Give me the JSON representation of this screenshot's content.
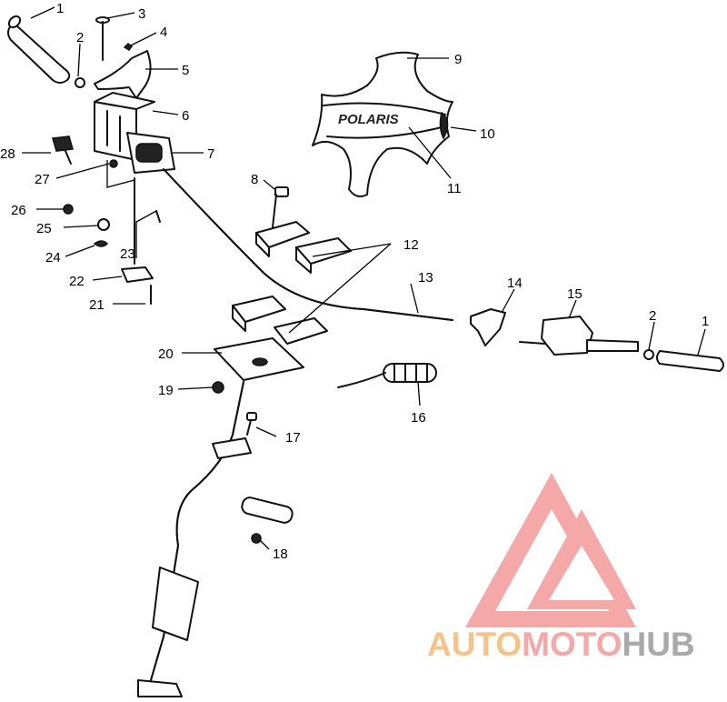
{
  "diagram": {
    "brand_on_pad": "POLARIS",
    "callouts": [
      "1",
      "2",
      "3",
      "4",
      "5",
      "6",
      "7",
      "8",
      "9",
      "10",
      "11",
      "12",
      "13",
      "14",
      "15",
      "16",
      "17",
      "18",
      "19",
      "20",
      "21",
      "22",
      "23",
      "24",
      "25",
      "26",
      "27",
      "28"
    ],
    "watermark": {
      "part1": "AUTO",
      "part2": "MOTO",
      "part3": "HUB",
      "colors": {
        "auto": "#f6c38a",
        "moto": "#f4a8a8",
        "hub": "#a9a9a9",
        "logo": "#f08080"
      }
    }
  }
}
